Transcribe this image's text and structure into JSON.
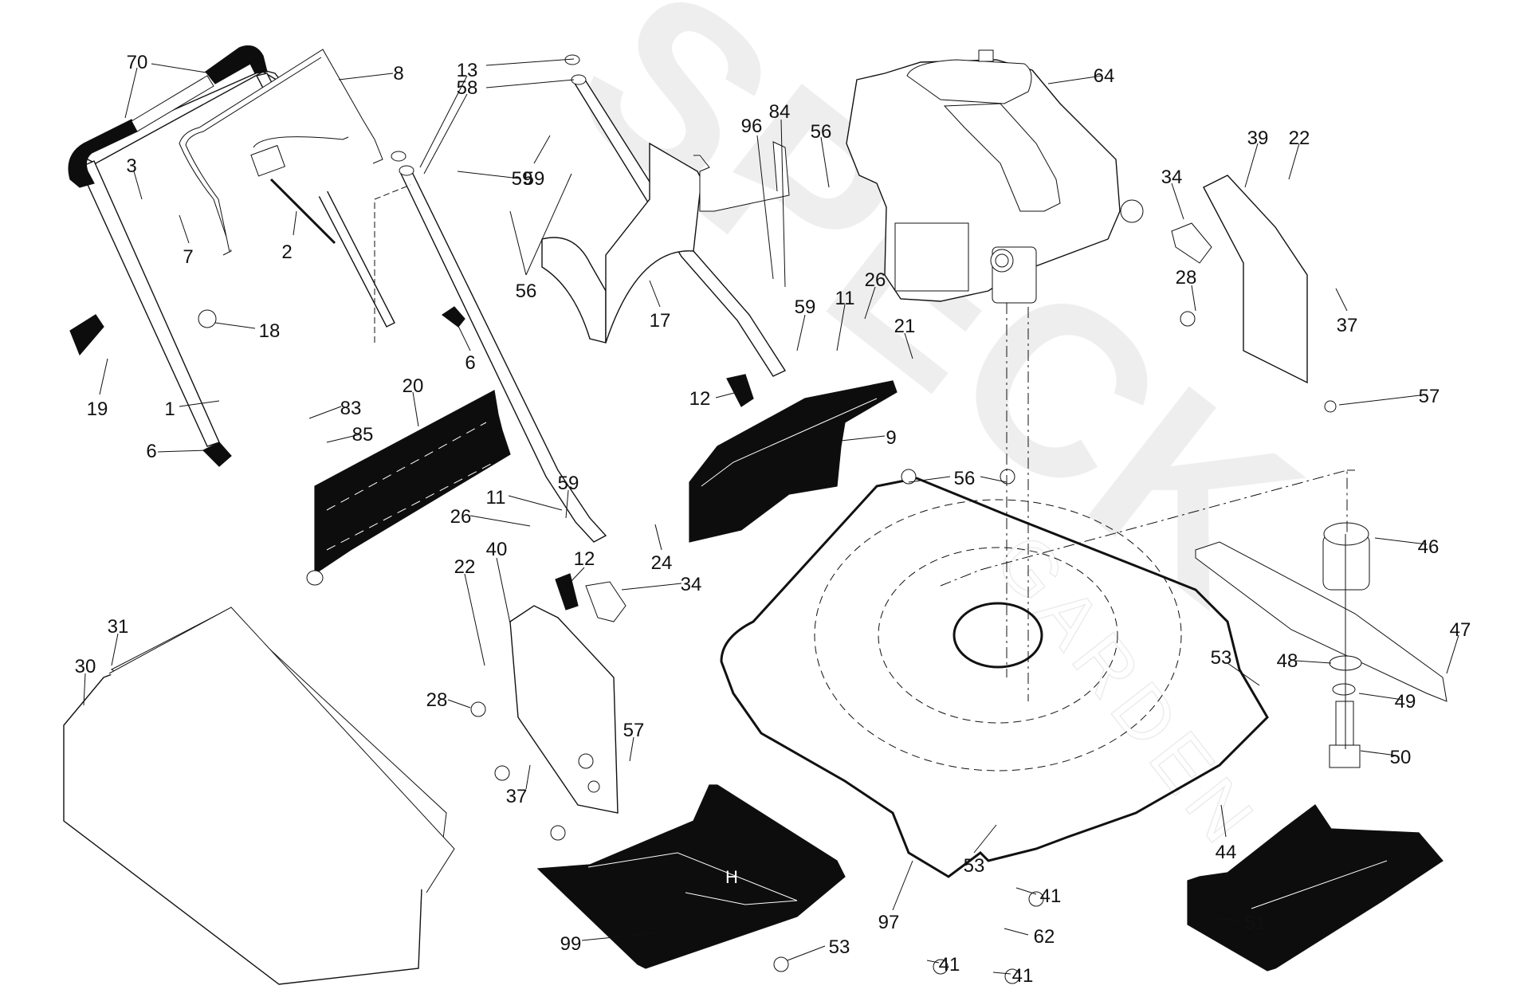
{
  "diagram": {
    "title": "Lawn mower exploded parts diagram",
    "watermark": {
      "brand": "SPECK",
      "sub": "GARDEN"
    },
    "logo_on_baffle": "H",
    "colors": {
      "ink": "#111111",
      "paper": "#ffffff",
      "watermark": "#ececec"
    }
  },
  "callouts": [
    {
      "id": "c70",
      "label": "70",
      "part": "handle grip"
    },
    {
      "id": "c8",
      "label": "8",
      "part": "control bail"
    },
    {
      "id": "c13",
      "label": "13",
      "part": "handle cap"
    },
    {
      "id": "c58",
      "label": "58",
      "part": "lower handle"
    },
    {
      "id": "c64",
      "label": "64",
      "part": "engine"
    },
    {
      "id": "c3",
      "label": "3",
      "part": "cable clip"
    },
    {
      "id": "c7",
      "label": "7",
      "part": "screw"
    },
    {
      "id": "c2",
      "label": "2",
      "part": "control cable"
    },
    {
      "id": "c59a",
      "label": "59",
      "part": "bolt"
    },
    {
      "id": "c59b",
      "label": "59",
      "part": "bolt"
    },
    {
      "id": "c96",
      "label": "96",
      "part": "cable clamp"
    },
    {
      "id": "c84",
      "label": "84",
      "part": "screw"
    },
    {
      "id": "c56a",
      "label": "56",
      "part": "screw"
    },
    {
      "id": "c39",
      "label": "39",
      "part": "rear wheel bracket right"
    },
    {
      "id": "c22a",
      "label": "22",
      "part": "screw"
    },
    {
      "id": "c34a",
      "label": "34",
      "part": "knob"
    },
    {
      "id": "c56b",
      "label": "56",
      "part": "screw"
    },
    {
      "id": "c17",
      "label": "17",
      "part": "chute deflector"
    },
    {
      "id": "c18",
      "label": "18",
      "part": "nut"
    },
    {
      "id": "c6a",
      "label": "6",
      "part": "handle knob"
    },
    {
      "id": "c28a",
      "label": "28",
      "part": "shoulder bolt"
    },
    {
      "id": "c37a",
      "label": "37",
      "part": "screw"
    },
    {
      "id": "c59c",
      "label": "59",
      "part": "bolt"
    },
    {
      "id": "c11a",
      "label": "11",
      "part": "hairpin clip"
    },
    {
      "id": "c26a",
      "label": "26",
      "part": "screw"
    },
    {
      "id": "c21",
      "label": "21",
      "part": "spring"
    },
    {
      "id": "c19",
      "label": "19",
      "part": "cable guide"
    },
    {
      "id": "c1",
      "label": "1",
      "part": "upper handle"
    },
    {
      "id": "c12a",
      "label": "12",
      "part": "knob"
    },
    {
      "id": "c57a",
      "label": "57",
      "part": "nut"
    },
    {
      "id": "c83",
      "label": "83",
      "part": "screw"
    },
    {
      "id": "c20",
      "label": "20",
      "part": "rear flap"
    },
    {
      "id": "c85",
      "label": "85",
      "part": "clip"
    },
    {
      "id": "c9",
      "label": "9",
      "part": "rear discharge cover"
    },
    {
      "id": "c6b",
      "label": "6",
      "part": "handle knob"
    },
    {
      "id": "c56c",
      "label": "56",
      "part": "screws"
    },
    {
      "id": "c59d",
      "label": "59",
      "part": "bolt"
    },
    {
      "id": "c11b",
      "label": "11",
      "part": "hairpin clip"
    },
    {
      "id": "c26b",
      "label": "26",
      "part": "screw"
    },
    {
      "id": "c24",
      "label": "24",
      "part": "spring"
    },
    {
      "id": "c46",
      "label": "46",
      "part": "blade adapter"
    },
    {
      "id": "c12b",
      "label": "12",
      "part": "knob"
    },
    {
      "id": "c34b",
      "label": "34",
      "part": "knob"
    },
    {
      "id": "c40",
      "label": "40",
      "part": "rear wheel bracket left"
    },
    {
      "id": "c22b",
      "label": "22",
      "part": "screw"
    },
    {
      "id": "c31",
      "label": "31",
      "part": "grass bag frame"
    },
    {
      "id": "c30",
      "label": "30",
      "part": "grass bag"
    },
    {
      "id": "c47",
      "label": "47",
      "part": "blade"
    },
    {
      "id": "c53a",
      "label": "53",
      "part": "screw"
    },
    {
      "id": "c48",
      "label": "48",
      "part": "washer"
    },
    {
      "id": "c28b",
      "label": "28",
      "part": "shoulder bolt"
    },
    {
      "id": "c49",
      "label": "49",
      "part": "lock washer"
    },
    {
      "id": "c57b",
      "label": "57",
      "part": "nut"
    },
    {
      "id": "c50",
      "label": "50",
      "part": "blade bolt"
    },
    {
      "id": "c37b",
      "label": "37",
      "part": "screw"
    },
    {
      "id": "c44",
      "label": "44",
      "part": "deck"
    },
    {
      "id": "c53b",
      "label": "53",
      "part": "screw"
    },
    {
      "id": "c41a",
      "label": "41",
      "part": "screw"
    },
    {
      "id": "c97",
      "label": "97",
      "part": "bracket"
    },
    {
      "id": "c62",
      "label": "62",
      "part": "bracket"
    },
    {
      "id": "c51",
      "label": "51",
      "part": "mulch plug"
    },
    {
      "id": "c99",
      "label": "99",
      "part": "baffle"
    },
    {
      "id": "c53c",
      "label": "53",
      "part": "screw"
    },
    {
      "id": "c41b",
      "label": "41",
      "part": "screw"
    },
    {
      "id": "c41c",
      "label": "41",
      "part": "screw"
    }
  ]
}
